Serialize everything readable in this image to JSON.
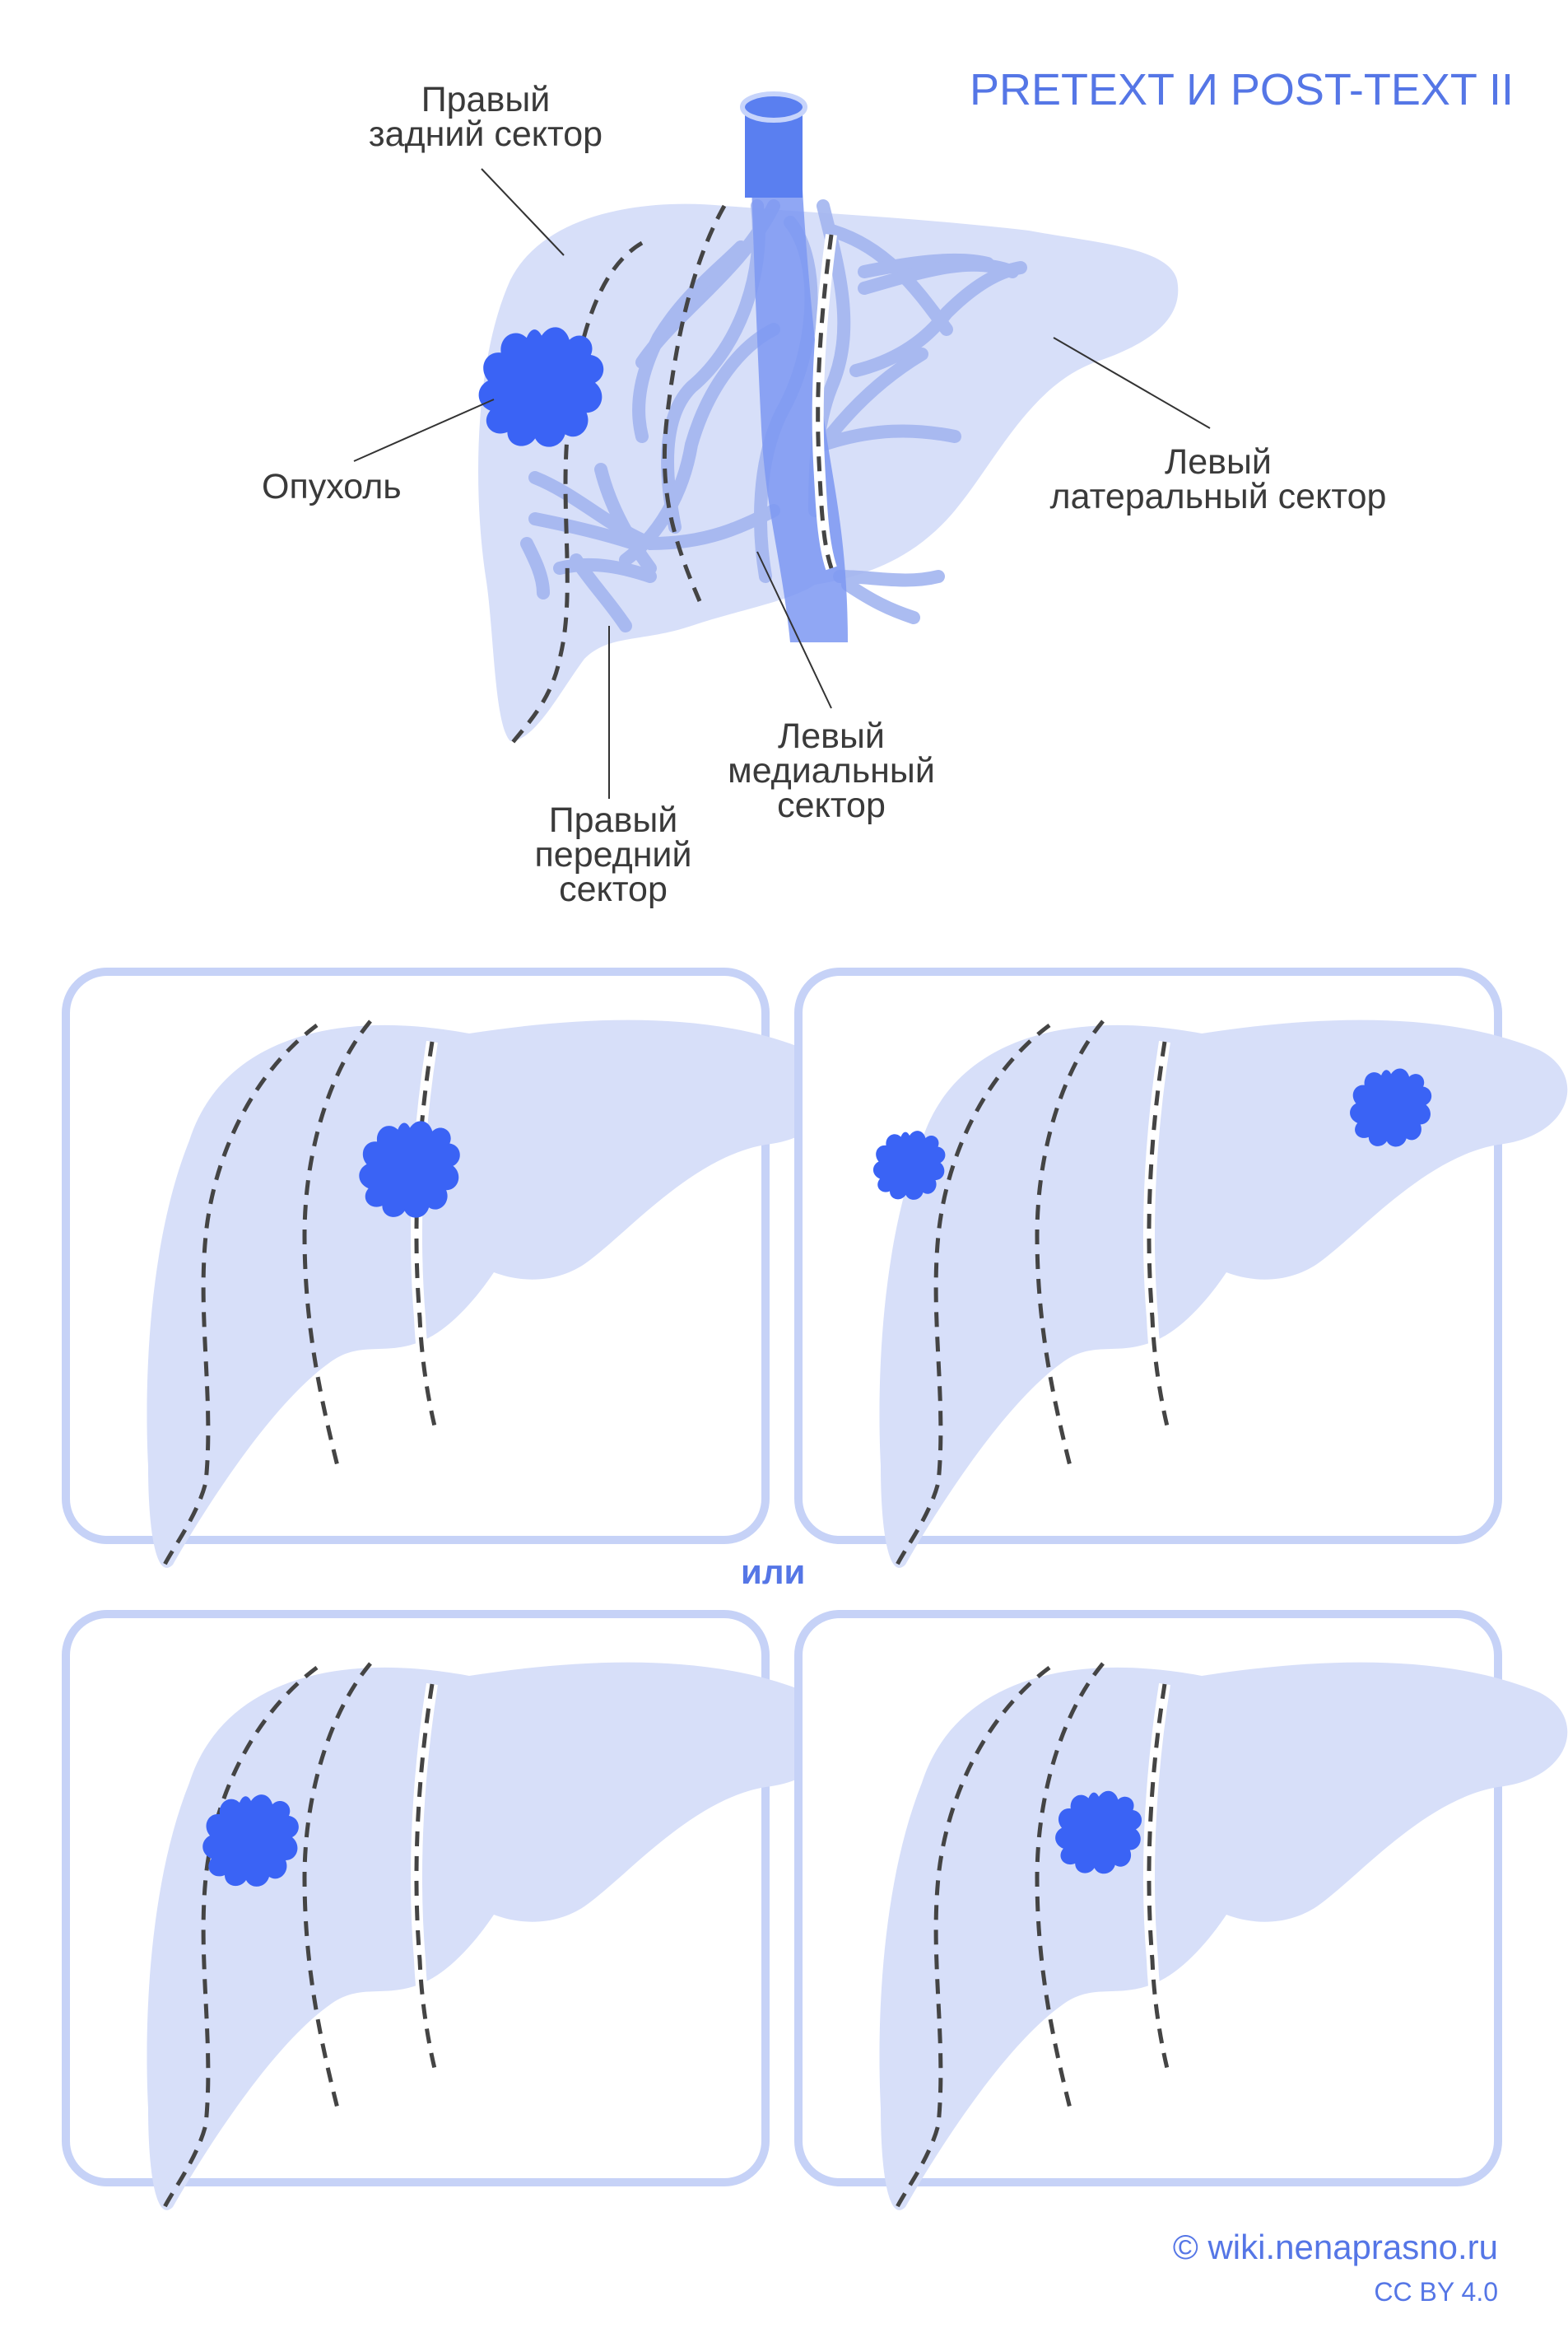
{
  "title": "PRETEXT И POST-TEXT II",
  "labels": {
    "right_posterior": [
      "Правый",
      "задний сектор"
    ],
    "tumor": "Опухоль",
    "left_lateral": [
      "Левый",
      "латеральный сектор"
    ],
    "left_medial": [
      "Левый",
      "медиальный",
      "сектор"
    ],
    "right_anterior": [
      "Правый",
      "передний",
      "сектор"
    ]
  },
  "separator": "или",
  "credit": {
    "site": "© wiki.nenaprasno.ru",
    "license": "CC BY 4.0"
  },
  "panels": [
    {
      "id": "panel-1",
      "tumors": [
        "left-medial-on-fissure"
      ]
    },
    {
      "id": "panel-2",
      "tumors": [
        "right-posterior",
        "left-lateral"
      ]
    },
    {
      "id": "panel-3",
      "tumors": [
        "right-posterior"
      ]
    },
    {
      "id": "panel-4",
      "tumors": [
        "right-anterior"
      ]
    }
  ],
  "colors": {
    "liver": "#d7dff9",
    "vessel": "#9db1f1",
    "vena_cava": "#5a7ff0",
    "tumor": "#3a63f5",
    "frame": "#c6d2f7",
    "accent": "#5576e6"
  }
}
